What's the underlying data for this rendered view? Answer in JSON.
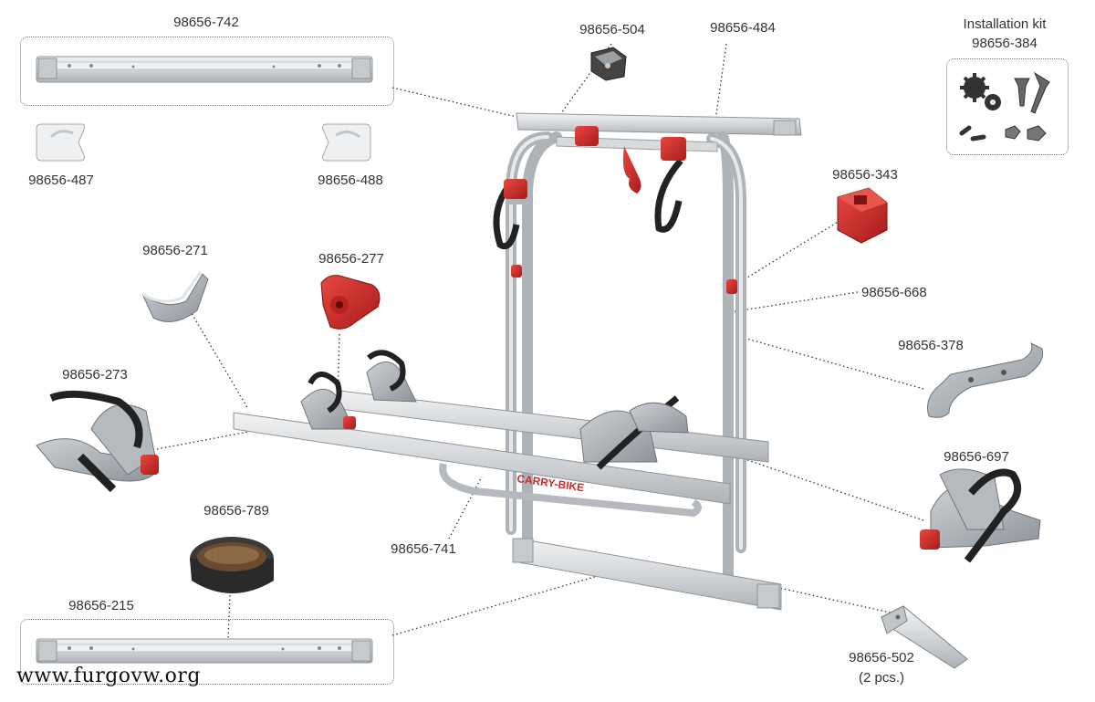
{
  "parts": [
    {
      "id": "p742",
      "label": "98656-742"
    },
    {
      "id": "p504",
      "label": "98656-504"
    },
    {
      "id": "p484",
      "label": "98656-484"
    },
    {
      "id": "p487",
      "label": "98656-487"
    },
    {
      "id": "p488",
      "label": "98656-488"
    },
    {
      "id": "p343",
      "label": "98656-343"
    },
    {
      "id": "p271",
      "label": "98656-271"
    },
    {
      "id": "p277",
      "label": "98656-277"
    },
    {
      "id": "p668",
      "label": "98656-668"
    },
    {
      "id": "p378",
      "label": "98656-378"
    },
    {
      "id": "p273",
      "label": "98656-273"
    },
    {
      "id": "p697",
      "label": "98656-697"
    },
    {
      "id": "p789",
      "label": "98656-789"
    },
    {
      "id": "p741",
      "label": "98656-741"
    },
    {
      "id": "p215",
      "label": "98656-215"
    },
    {
      "id": "p502",
      "label": "98656-502"
    }
  ],
  "installation_kit": {
    "title": "Installation kit",
    "code": "98656-384"
  },
  "p502_qty": "(2 pcs.)",
  "product_brand": "CARRY-BIKE",
  "watermark": "www.furgovw.org",
  "colors": {
    "accent_red": "#d42a2a",
    "aluminium": "#d8dadc",
    "plastic_grey": "#9ea3a8",
    "strap": "#2a2a2a"
  }
}
